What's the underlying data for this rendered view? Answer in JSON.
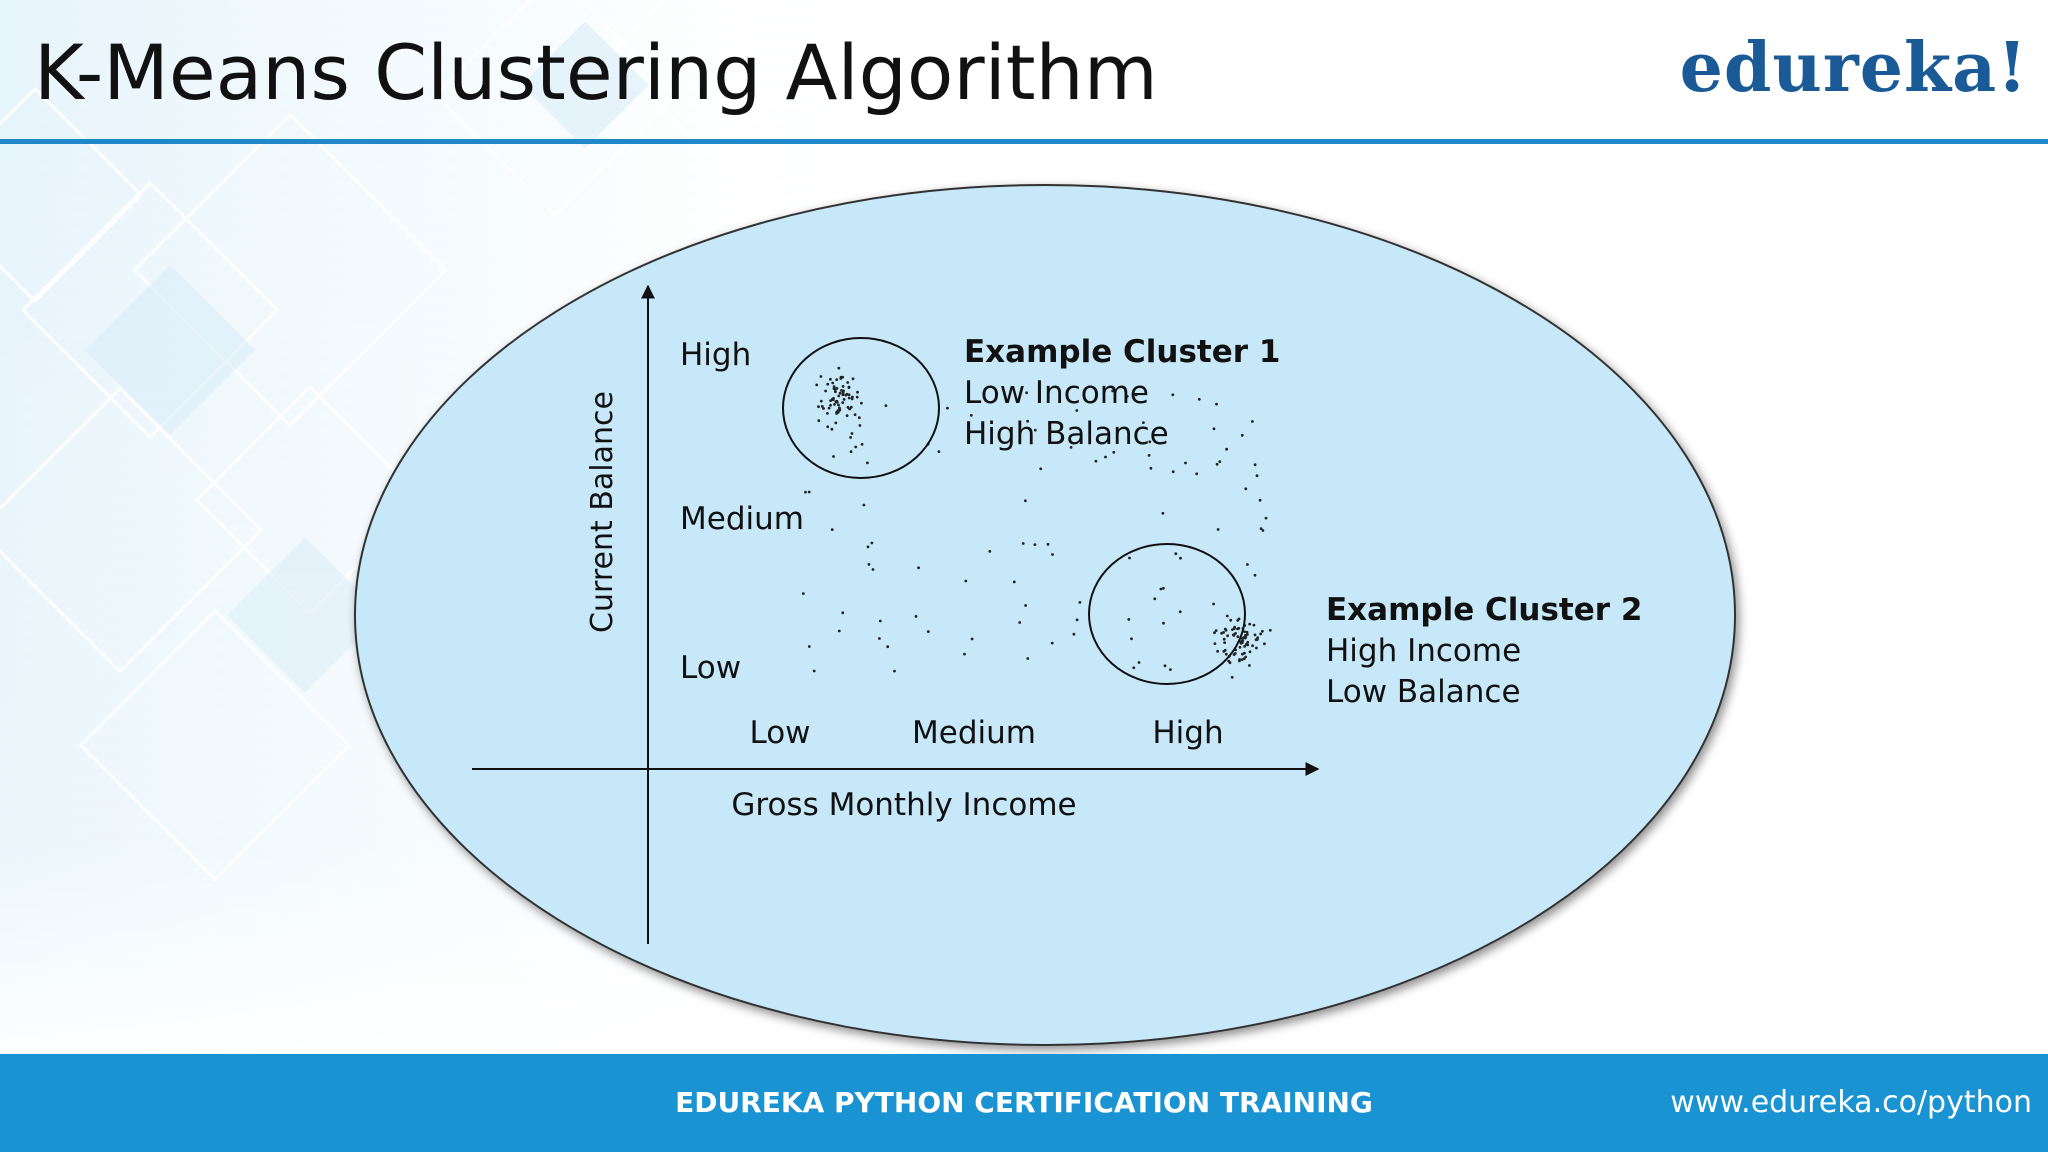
{
  "slide": {
    "title": "K-Means Clustering Algorithm",
    "logo": "edureka!",
    "footer_center": "EDUREKA PYTHON CERTIFICATION TRAINING",
    "footer_url": "www.edureka.co/python"
  },
  "diagram": {
    "y_axis_title": "Current Balance",
    "x_axis_title": "Gross Monthly Income",
    "y_ticks": [
      "High",
      "Medium",
      "Low"
    ],
    "x_ticks": [
      "Low",
      "Medium",
      "High"
    ],
    "cluster1": {
      "title": "Example Cluster 1",
      "line1": "Low Income",
      "line2": "High Balance"
    },
    "cluster2": {
      "title": "Example Cluster 2",
      "line1": "High Income",
      "line2": "Low Balance"
    }
  },
  "colors": {
    "ellipse_fill": "#c6e8f8",
    "title_rule": "#1e88c8",
    "footer": "#1993d2",
    "logo": "#1a5a96"
  }
}
